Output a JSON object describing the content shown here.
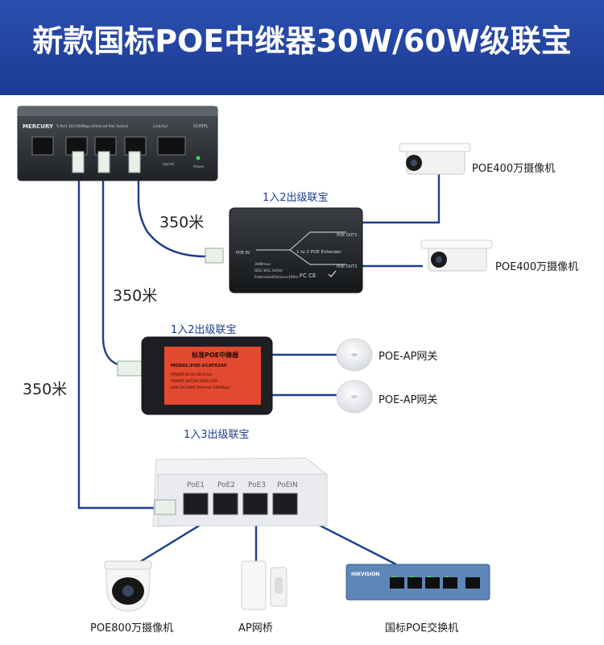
{
  "title": "新款国标POE中继器30W/60W级联宝",
  "switch_top": {
    "brand": "MERCURY",
    "desc": "5-Port 10/100Mbps Ethernet PoE Switch",
    "model": "S105PL",
    "link": "Link/Act",
    "uplink": "Uplink",
    "power": "Power"
  },
  "extender1": {
    "label": "1入2出级联宝",
    "poe_in": "POE IN",
    "out1": "POE OUT1",
    "out2": "POE OUT2",
    "center": "1 to 2 POE Extender",
    "spec1": "30Wmax",
    "spec2": "IEEE 802.3af/at",
    "spec3": "ExtensionDistance100m",
    "marks": "FC  CE"
  },
  "extender2": {
    "label": "1入2出级联宝",
    "title": "标准POE中继器",
    "model": "MODEL:POE-01AT02AF",
    "line1": "POWER IN:44-56V0.5A",
    "line2": "POWER OUT:44-56V0.25A",
    "line3": "LAN:10/100M Ethernet 100Mbps"
  },
  "extender3": {
    "label": "1入3出级联宝",
    "ports": [
      "PoE1",
      "PoE2",
      "PoE3",
      "PoEIN"
    ]
  },
  "lengths": [
    "350米",
    "350米",
    "350米"
  ],
  "devices": {
    "cam1": "POE400万摄像机",
    "cam2": "POE400万摄像机",
    "ap1": "POE-AP网关",
    "ap2": "POE-AP网关",
    "dome": "POE800万摄像机",
    "bridge": "AP网桥",
    "switch": "国标POE交换机"
  },
  "bottom_switch": {
    "brand": "HIKVISION"
  },
  "colors": {
    "banner": "#1c3a93",
    "wire": "#1d3d8f",
    "text_blue": "#1d3d8f",
    "extender_orange": "#e2492f"
  }
}
